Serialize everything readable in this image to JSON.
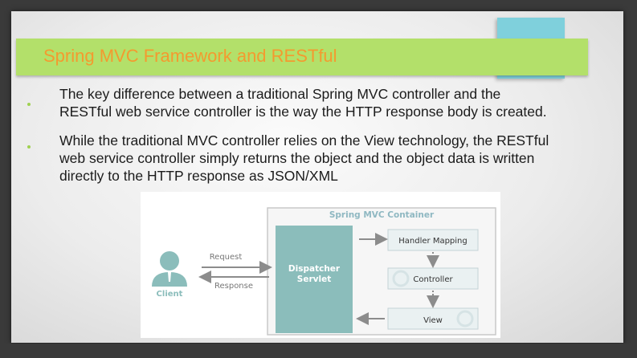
{
  "slide": {
    "title": "Spring MVC Framework and RESTful",
    "bullets": [
      {
        "lines": [
          "The key difference between a traditional Spring MVC controller and the",
          "RESTful web service controller is the way the HTTP response body is created."
        ]
      },
      {
        "lines": [
          "While the traditional MVC controller relies on the View technology, the RESTful",
          "web service controller simply returns the object and the object data is written",
          "directly to the HTTP response as JSON/XML"
        ]
      }
    ],
    "colors": {
      "title_band": "#b3e06a",
      "title_text": "#f49a2f",
      "accent_tab": "#7fd0dc",
      "diagram_teal": "#8bbdbb"
    }
  },
  "diagram": {
    "container_label": "Spring MVC Container",
    "dispatcher_line1": "Dispatcher",
    "dispatcher_line2": "Servlet",
    "client_label": "Client",
    "request_label": "Request",
    "response_label": "Response",
    "handler_mapping_label": "Handler Mapping",
    "controller_label": "Controller",
    "view_label": "View",
    "icons": [
      "client-user-icon",
      "gear-icon"
    ]
  }
}
